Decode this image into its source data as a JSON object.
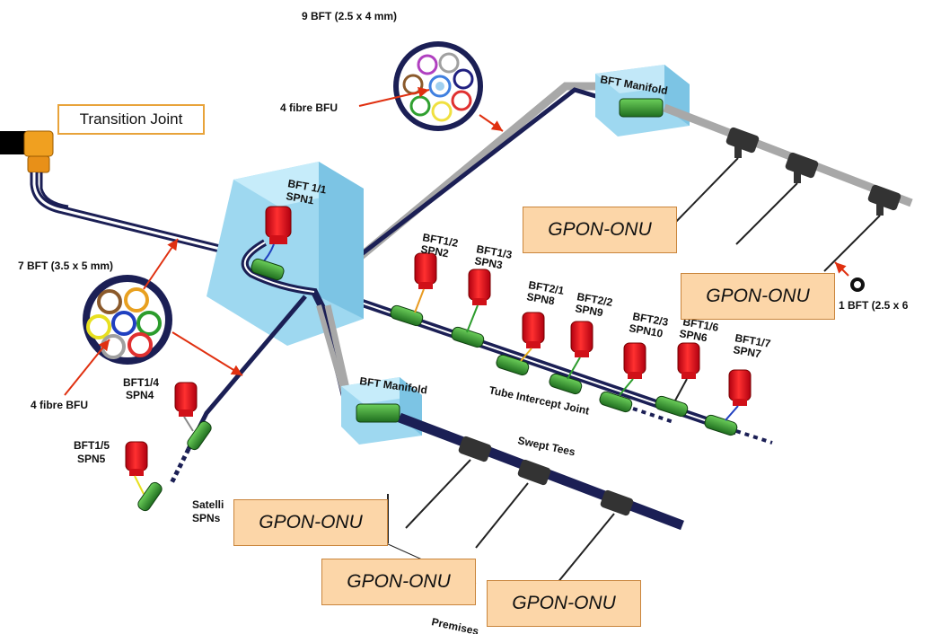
{
  "labels": {
    "top_cable": "9 BFT (2.5 x 4 mm)",
    "fibre_bfu_top": "4 fibre BFU",
    "transition_joint": "Transition Joint",
    "manifold_top": "BFT Manifold",
    "manifold_bottom": "BFT Manifold",
    "block_top": "BFT 1/1",
    "block_bottom": "SPN1",
    "cable_7bft": "7 BFT (3.5 x 5 mm)",
    "fibre_bfu_left": "4 fibre BFU",
    "spn_1_2_a": "BFT1/2",
    "spn_1_2_b": "SPN2",
    "spn_1_3_a": "BFT1/3",
    "spn_1_3_b": "SPN3",
    "spn_2_1_a": "BFT2/1",
    "spn_2_1_b": "SPN8",
    "spn_2_2_a": "BFT2/2",
    "spn_2_2_b": "SPN9",
    "spn_2_3_a": "BFT2/3",
    "spn_2_3_b": "SPN10",
    "spn_1_6_a": "BFT1/6",
    "spn_1_6_b": "SPN6",
    "spn_1_7_a": "BFT1/7",
    "spn_1_7_b": "SPN7",
    "spn_1_4_a": "BFT1/4",
    "spn_1_4_b": "SPN4",
    "spn_1_5_a": "BFT1/5",
    "spn_1_5_b": "SPN5",
    "tube_intercept": "Tube Intercept Joint",
    "swept_tees": "Swept Tees",
    "satellite_a": "Satelli",
    "satellite_b": "SPNs",
    "cable_1bft": "1 BFT (2.5 x 6",
    "premises": "Premises"
  },
  "onu_boxes": {
    "onu1": "GPON-ONU",
    "onu2": "GPON-ONU",
    "onu3": "GPON-ONU",
    "onu4": "GPON-ONU",
    "onu5": "GPON-ONU"
  },
  "colors": {
    "block": "#9ed8f0",
    "duct_dark": "#1b1f55",
    "duct_grey": "#a8a8a8",
    "spn_red": "#e8141b",
    "joint_green": "#2a8a2a",
    "arrow_red": "#e03010",
    "onu_fill": "#fcd6a8"
  }
}
